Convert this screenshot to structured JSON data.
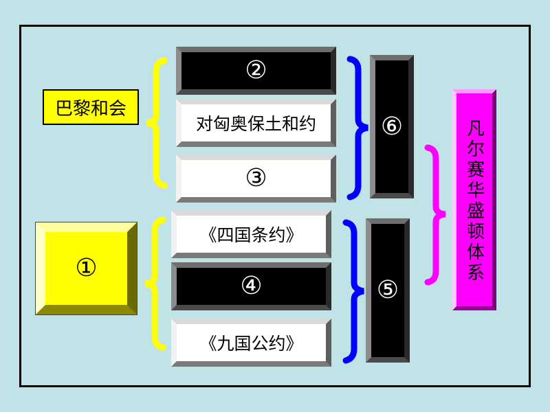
{
  "colors": {
    "background": "#bfe3e6",
    "yellow": "#ffff00",
    "blue": "#0000ff",
    "magenta": "#ff00ff",
    "black": "#000000"
  },
  "left_boxes": {
    "paris": "巴黎和会",
    "item1": "①"
  },
  "middle_boxes": {
    "item2": "②",
    "turkey": "对匈奥保土和约",
    "item3": "③",
    "four_power": "《四国条约》",
    "item4": "④",
    "nine_power": "《九国公约》"
  },
  "right_boxes": {
    "item6": "⑥",
    "item5": "⑤"
  },
  "system": "凡尔赛华盛顿体系"
}
